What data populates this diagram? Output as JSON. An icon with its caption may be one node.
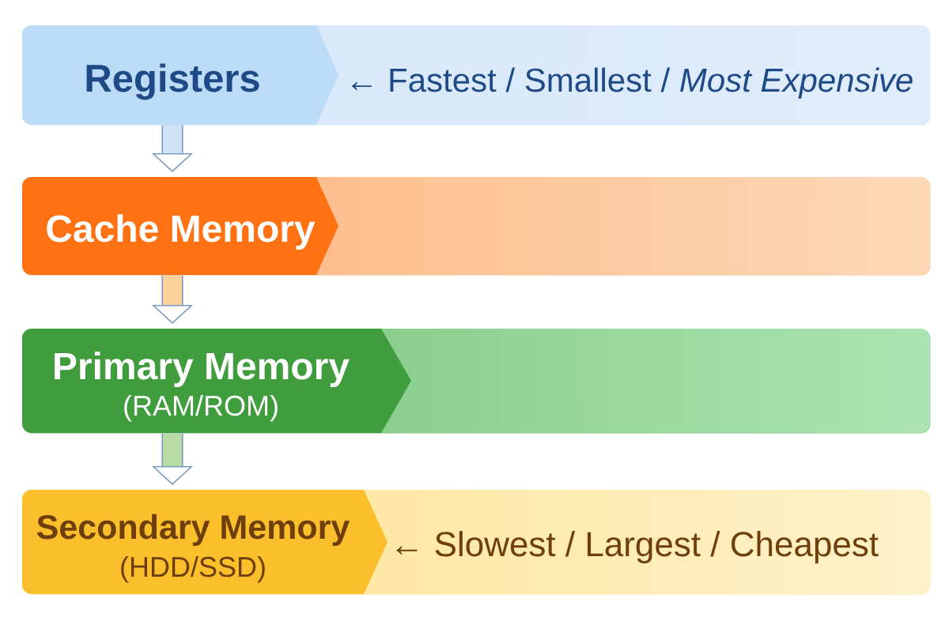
{
  "diagram": {
    "nodes": [
      {
        "text": [
          "Registers",
          "← Fastest / Smallest / *Most Expensive*"
        ]
      },
      {
        "text": [
          "Cache Memory"
        ]
      },
      {
        "text": [
          "Primary Memory",
          "(RAM/ROM)"
        ]
      },
      {
        "text": [
          "Secondary Memory",
          "(HDD/SSD)",
          "← Slowest / Largest / Cheapest"
        ]
      }
    ],
    "edges": [
      {
        "from": 0,
        "to": 1,
        "arrow": "to"
      },
      {
        "from": 1,
        "to": 2,
        "arrow": "to"
      },
      {
        "from": 2,
        "to": 3,
        "arrow": "to"
      }
    ]
  }
}
